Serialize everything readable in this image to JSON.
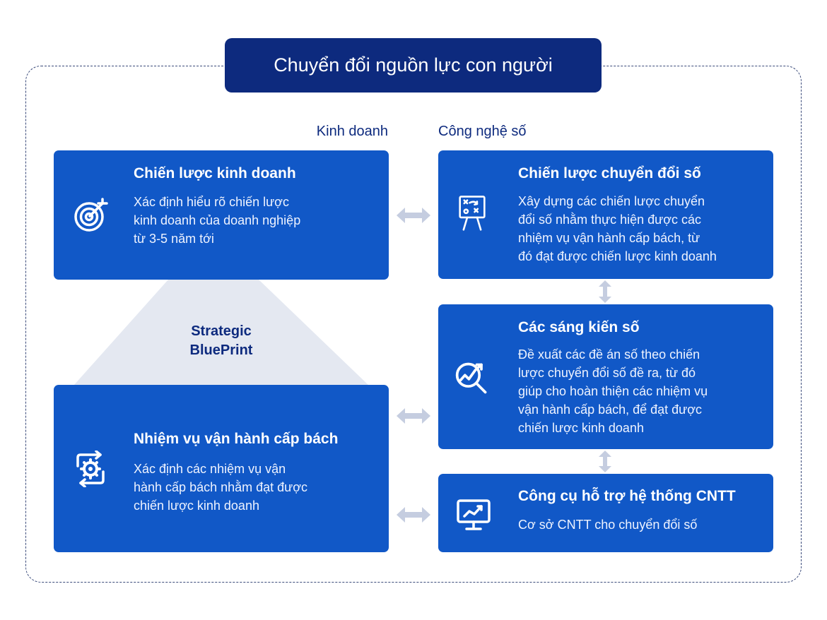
{
  "title": "Chuyển đổi nguồn lực con người",
  "columns": {
    "left": "Kinh doanh",
    "right": "Công nghệ số"
  },
  "blueprint": {
    "line1": "Strategic",
    "line2": "BluePrint"
  },
  "cards": {
    "business_strategy": {
      "title": "Chiến lược kinh doanh",
      "lines": [
        "Xác định hiểu rõ chiến lược",
        "kinh doanh của doanh nghiệp",
        "từ 3-5 năm tới"
      ],
      "icon": "target-icon"
    },
    "urgent_tasks": {
      "title": "Nhiệm vụ vận hành cấp bách",
      "lines": [
        "Xác định các nhiệm vụ vận",
        "hành cấp bách nhằm đạt được",
        "chiến lược kinh doanh"
      ],
      "icon": "gear-cycle-icon"
    },
    "digital_strategy": {
      "title": "Chiến lược chuyển đổi số",
      "lines": [
        "Xây dựng các chiến lược chuyển",
        "đổi số nhằm thực hiện được các",
        "nhiệm vụ vận hành cấp bách, từ",
        "đó đạt được chiến lược kinh doanh"
      ],
      "icon": "strategy-board-icon"
    },
    "digital_initiatives": {
      "title": "Các sáng kiến số",
      "lines": [
        "Đề xuất các đề án số theo chiến",
        "lược chuyển đổi số đề ra, từ đó",
        "giúp cho hoàn thiện các nhiệm vụ",
        "vận hành cấp bách, để đạt được",
        "chiến lược kinh doanh"
      ],
      "icon": "analytics-magnifier-icon"
    },
    "it_tools": {
      "title": "Công cụ hỗ trợ hệ thống CNTT",
      "lines": [
        "Cơ sở CNTT cho chuyển đổi số"
      ],
      "icon": "monitor-chart-icon"
    }
  },
  "colors": {
    "navy": "#0d2a7e",
    "card_blue": "#1158c7",
    "arrow_gray": "#c5cde0",
    "blueprint_fill": "#e4e8f1"
  }
}
